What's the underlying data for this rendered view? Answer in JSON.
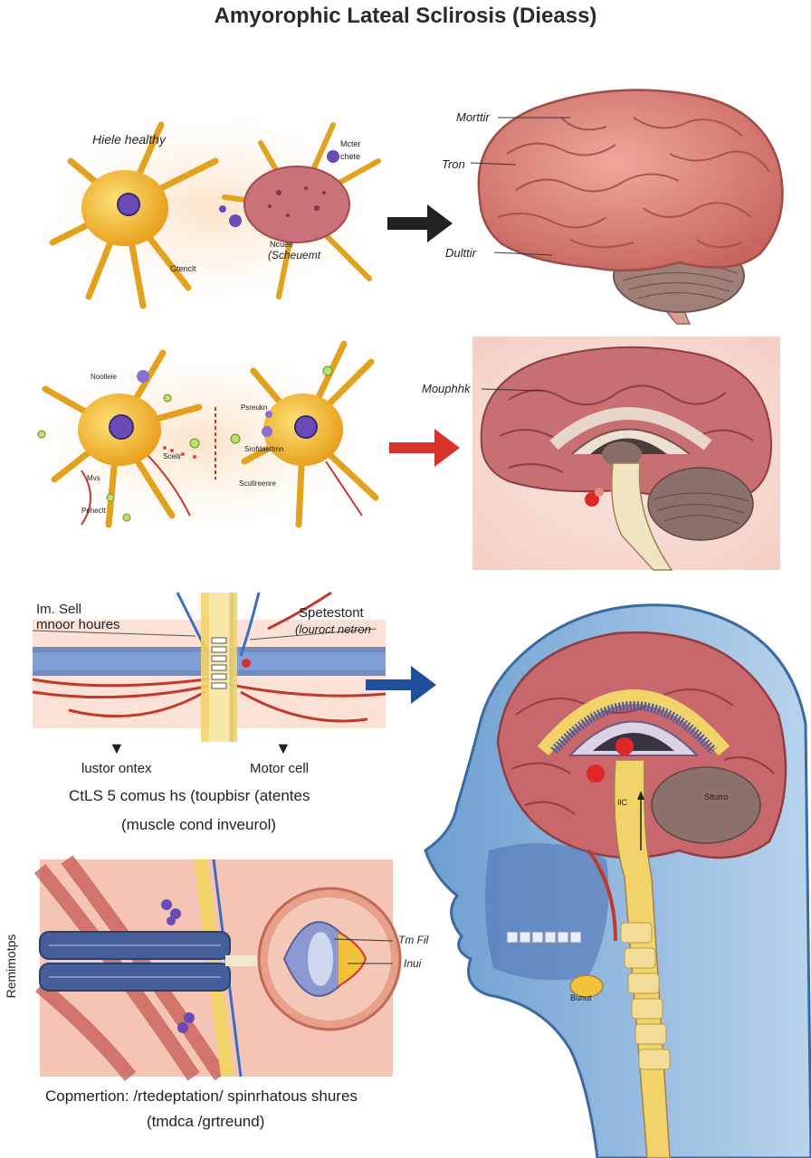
{
  "title": "Amyorophic Lateal Sclirosis (Dieass)",
  "panel1": {
    "healthy_label": "Hiele healthy",
    "label_tl": "Mcter",
    "label_tl2": "chete",
    "label_center": "(Scheuemt",
    "label_center2": "Ncuee",
    "label_bottom": "Gtenclt"
  },
  "brain1": {
    "label_a": "Morttir",
    "label_b": "Tron",
    "label_c": "Dulttir"
  },
  "panel2": {
    "label_a": "Noolleie",
    "label_b": "Psreukn",
    "label_c": "Srofdaettmn",
    "label_d": "Scutlreenre",
    "label_e": "Sceitr",
    "label_f": "Mvs",
    "label_g": "Peheclt"
  },
  "brain2": {
    "label_a": "Mouphhk"
  },
  "panel3": {
    "left_top_1": "Im. Sell",
    "left_top_2": "mnoor houres",
    "right_top_1": "Spetestont",
    "right_top_2": "(louroct netron",
    "bottom_left": "lustor ontex",
    "bottom_right": "Motor cell"
  },
  "caption1": {
    "line1": "CtLS 5 comus hs (toupbisr (atentes",
    "line2": "(muscle cond inveurol)"
  },
  "side_label": "Remimotps",
  "panel4": {
    "label_a": "Tm Fil",
    "label_b": "Inui"
  },
  "head": {
    "label_a": "IlC",
    "label_b": "Sftutro",
    "label_c": "Bunut"
  },
  "caption2": {
    "line1": "Copmertion: /rtedeptation/ spinrhatous shures",
    "line2": "(tmdca /grtreund)"
  },
  "colors": {
    "arrow_black": "#222222",
    "arrow_red": "#d8332b",
    "arrow_blue": "#1f4f9a",
    "brain": "#d9867c",
    "neuron": "#f2c33a"
  }
}
